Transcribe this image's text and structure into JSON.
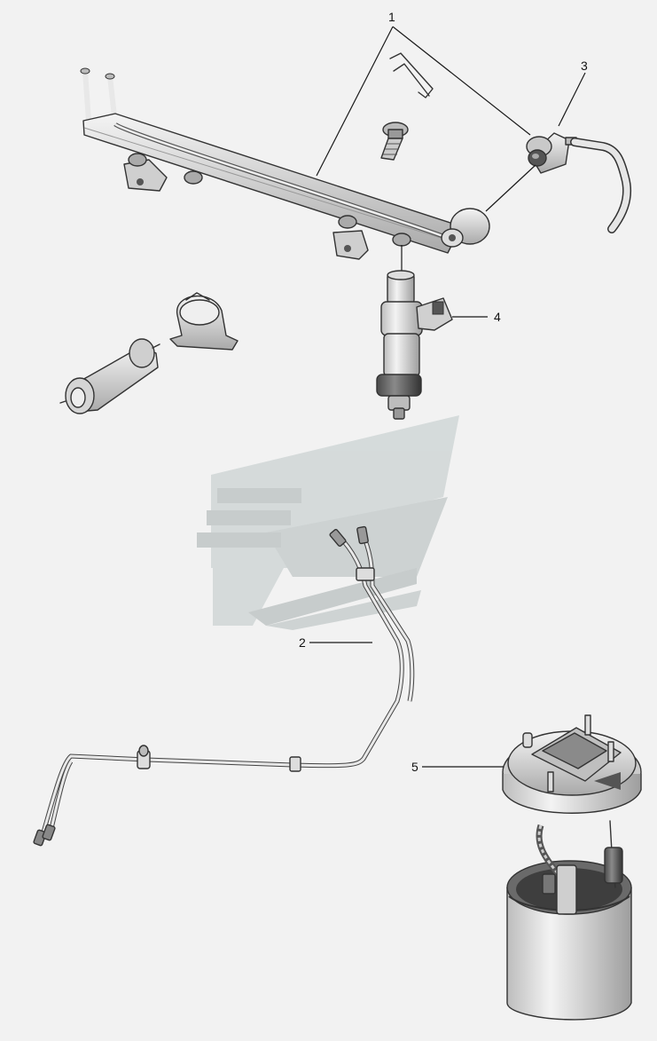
{
  "callouts": [
    {
      "id": "1",
      "text": "1"
    },
    {
      "id": "2",
      "text": "2"
    },
    {
      "id": "3",
      "text": "3"
    },
    {
      "id": "4",
      "text": "4"
    },
    {
      "id": "5",
      "text": "5"
    }
  ],
  "colors": {
    "background": "#f2f2f2",
    "watermark_stripes": "#c8cccc",
    "watermark_light": "#d6dcdc",
    "part_metal": "#d9d9d9",
    "part_dark": "#555555",
    "outline": "#333333"
  },
  "watermark": {
    "icon": "logo-watermark-icon"
  }
}
